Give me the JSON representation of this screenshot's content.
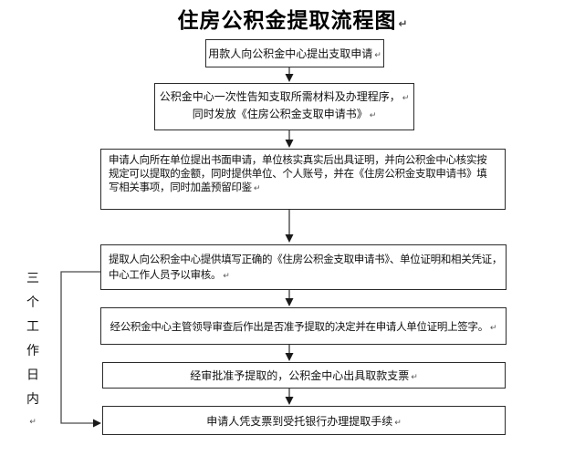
{
  "title": {
    "text": "住房公积金提取流程图"
  },
  "sym": {
    "ret": "↵"
  },
  "side_label": {
    "text": "三个工作日内"
  },
  "steps": [
    {
      "name": "step-1",
      "lines": [
        "用款人向公积金中心提出支取申请"
      ]
    },
    {
      "name": "step-2",
      "lines": [
        "公积金中心一次性告知支取所需材料及办理程序，",
        "同时发放《住房公积金支取申请书》"
      ]
    },
    {
      "name": "step-3",
      "lines": [
        "申请人向所在单位提出书面申请，单位核实真实后出具证明，并向公积金中心核实按",
        "规定可以提取的金额，同时提供单位、个人账号，并在《住房公积金支取申请书》填",
        "写相关事项，同时加盖预留印鉴"
      ]
    },
    {
      "name": "step-4",
      "lines": [
        "提取人向公积金中心提供填写正确的《住房公积金支取申请书》、单位证明和相关凭证，",
        "中心工作人员予以审核。"
      ]
    },
    {
      "name": "step-5",
      "lines": [
        "经公积金中心主管领导审查后作出是否准予提取的决定并在申请人单位证明上签字。"
      ]
    },
    {
      "name": "step-6",
      "lines": [
        "经审批准予提取的，公积金中心出具取款支票"
      ]
    },
    {
      "name": "step-7",
      "lines": [
        "申请人凭支票到受托银行办理提取手续"
      ]
    }
  ],
  "colors": {
    "background": "#ffffff",
    "box_border": "#2b2b2b",
    "arrow": "#1a1a1a",
    "bracket": "#4a4a4a",
    "text": "#111111"
  }
}
